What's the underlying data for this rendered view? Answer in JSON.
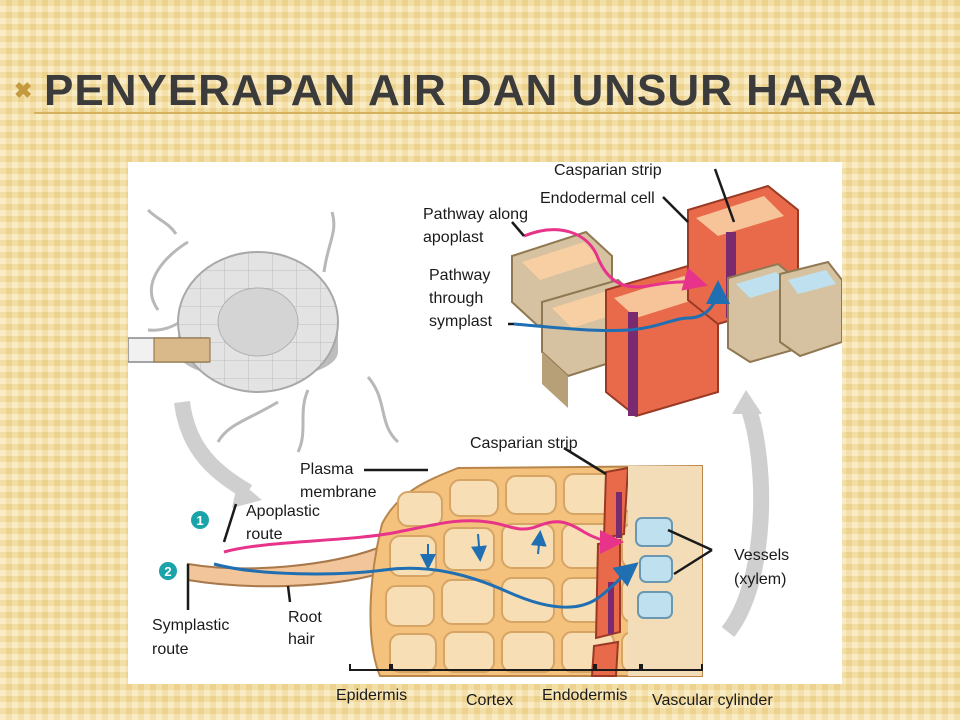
{
  "slide": {
    "title": "PENYERAPAN AIR DAN UNSUR HARA",
    "bullet_glyph": "✖"
  },
  "diagram": {
    "inset_labels": {
      "casparian_strip": "Casparian strip",
      "endodermal_cell": "Endodermal cell",
      "apoplast_line1": "Pathway along",
      "apoplast_line2": "apoplast",
      "symplast_line1": "Pathway",
      "symplast_line2": "through",
      "symplast_line3": "symplast"
    },
    "main_labels": {
      "casparian_strip": "Casparian strip",
      "plasma_line1": "Plasma",
      "plasma_line2": "membrane",
      "apoplastic_line1": "Apoplastic",
      "apoplastic_line2": "route",
      "symplastic_line1": "Symplastic",
      "symplastic_line2": "route",
      "root_line1": "Root",
      "root_line2": "hair",
      "vessels_line1": "Vessels",
      "vessels_line2": "(xylem)",
      "marker_1": "1",
      "marker_2": "2"
    },
    "zones": {
      "epidermis": "Epidermis",
      "cortex": "Cortex",
      "endodermis": "Endodermis",
      "vascular": "Vascular cylinder"
    },
    "colors": {
      "apoplast_path": "#e8338a",
      "symplast_path": "#1f6fb2",
      "casparian": "#7a2a6e",
      "endodermis_cell": "#e86a4a",
      "cortex_cell": "#f6c98f",
      "vessel": "#bfe0ef",
      "marker": "#1aa3a8"
    }
  }
}
